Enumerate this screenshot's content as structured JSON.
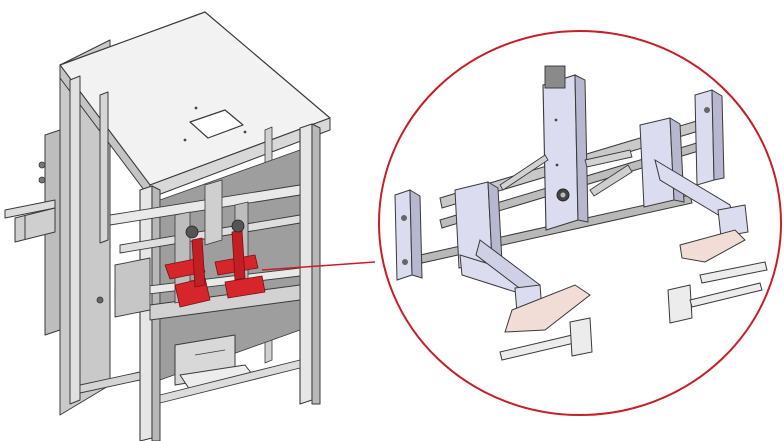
{
  "figure": {
    "type": "technical-illustration",
    "views": [
      {
        "name": "machine-overview",
        "description_icon": "packaging-machine-frame"
      },
      {
        "name": "detail-callout",
        "description_icon": "gripper-mechanism"
      }
    ],
    "colors": {
      "background": "#ffffff",
      "outline": "#3a3a3a",
      "frame_light": "#e6e6e6",
      "frame_mid": "#c9c9c9",
      "frame_dark": "#9a9a9a",
      "highlight_red": "#d7262b",
      "callout_circle": "#c81e25",
      "mechanism_lilac": "#dcdcf0",
      "pad_peach": "#f1ddd6"
    }
  }
}
